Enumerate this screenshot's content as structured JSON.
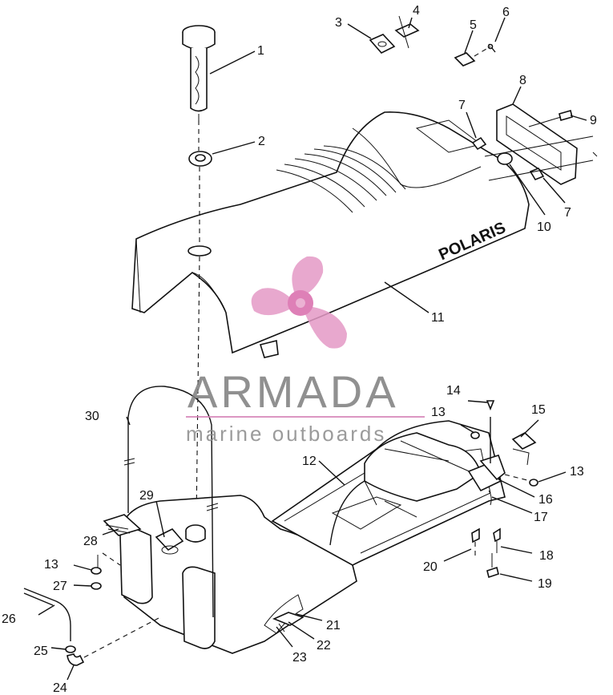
{
  "brand_text": "POLARIS",
  "watermark": {
    "title": "ARMADA",
    "subtitle": "marine outboards",
    "logo_color": "#e59ac6",
    "logo_center_color": "#d96aab",
    "line_color": "#d784b8"
  },
  "callouts": [
    "1",
    "2",
    "3",
    "4",
    "5",
    "6",
    "7",
    "8",
    "9",
    "7",
    "10",
    "11",
    "12",
    "13",
    "14",
    "15",
    "13",
    "16",
    "17",
    "18",
    "19",
    "20",
    "21",
    "22",
    "23",
    "24",
    "25",
    "26",
    "27",
    "13",
    "28",
    "29",
    "30"
  ]
}
